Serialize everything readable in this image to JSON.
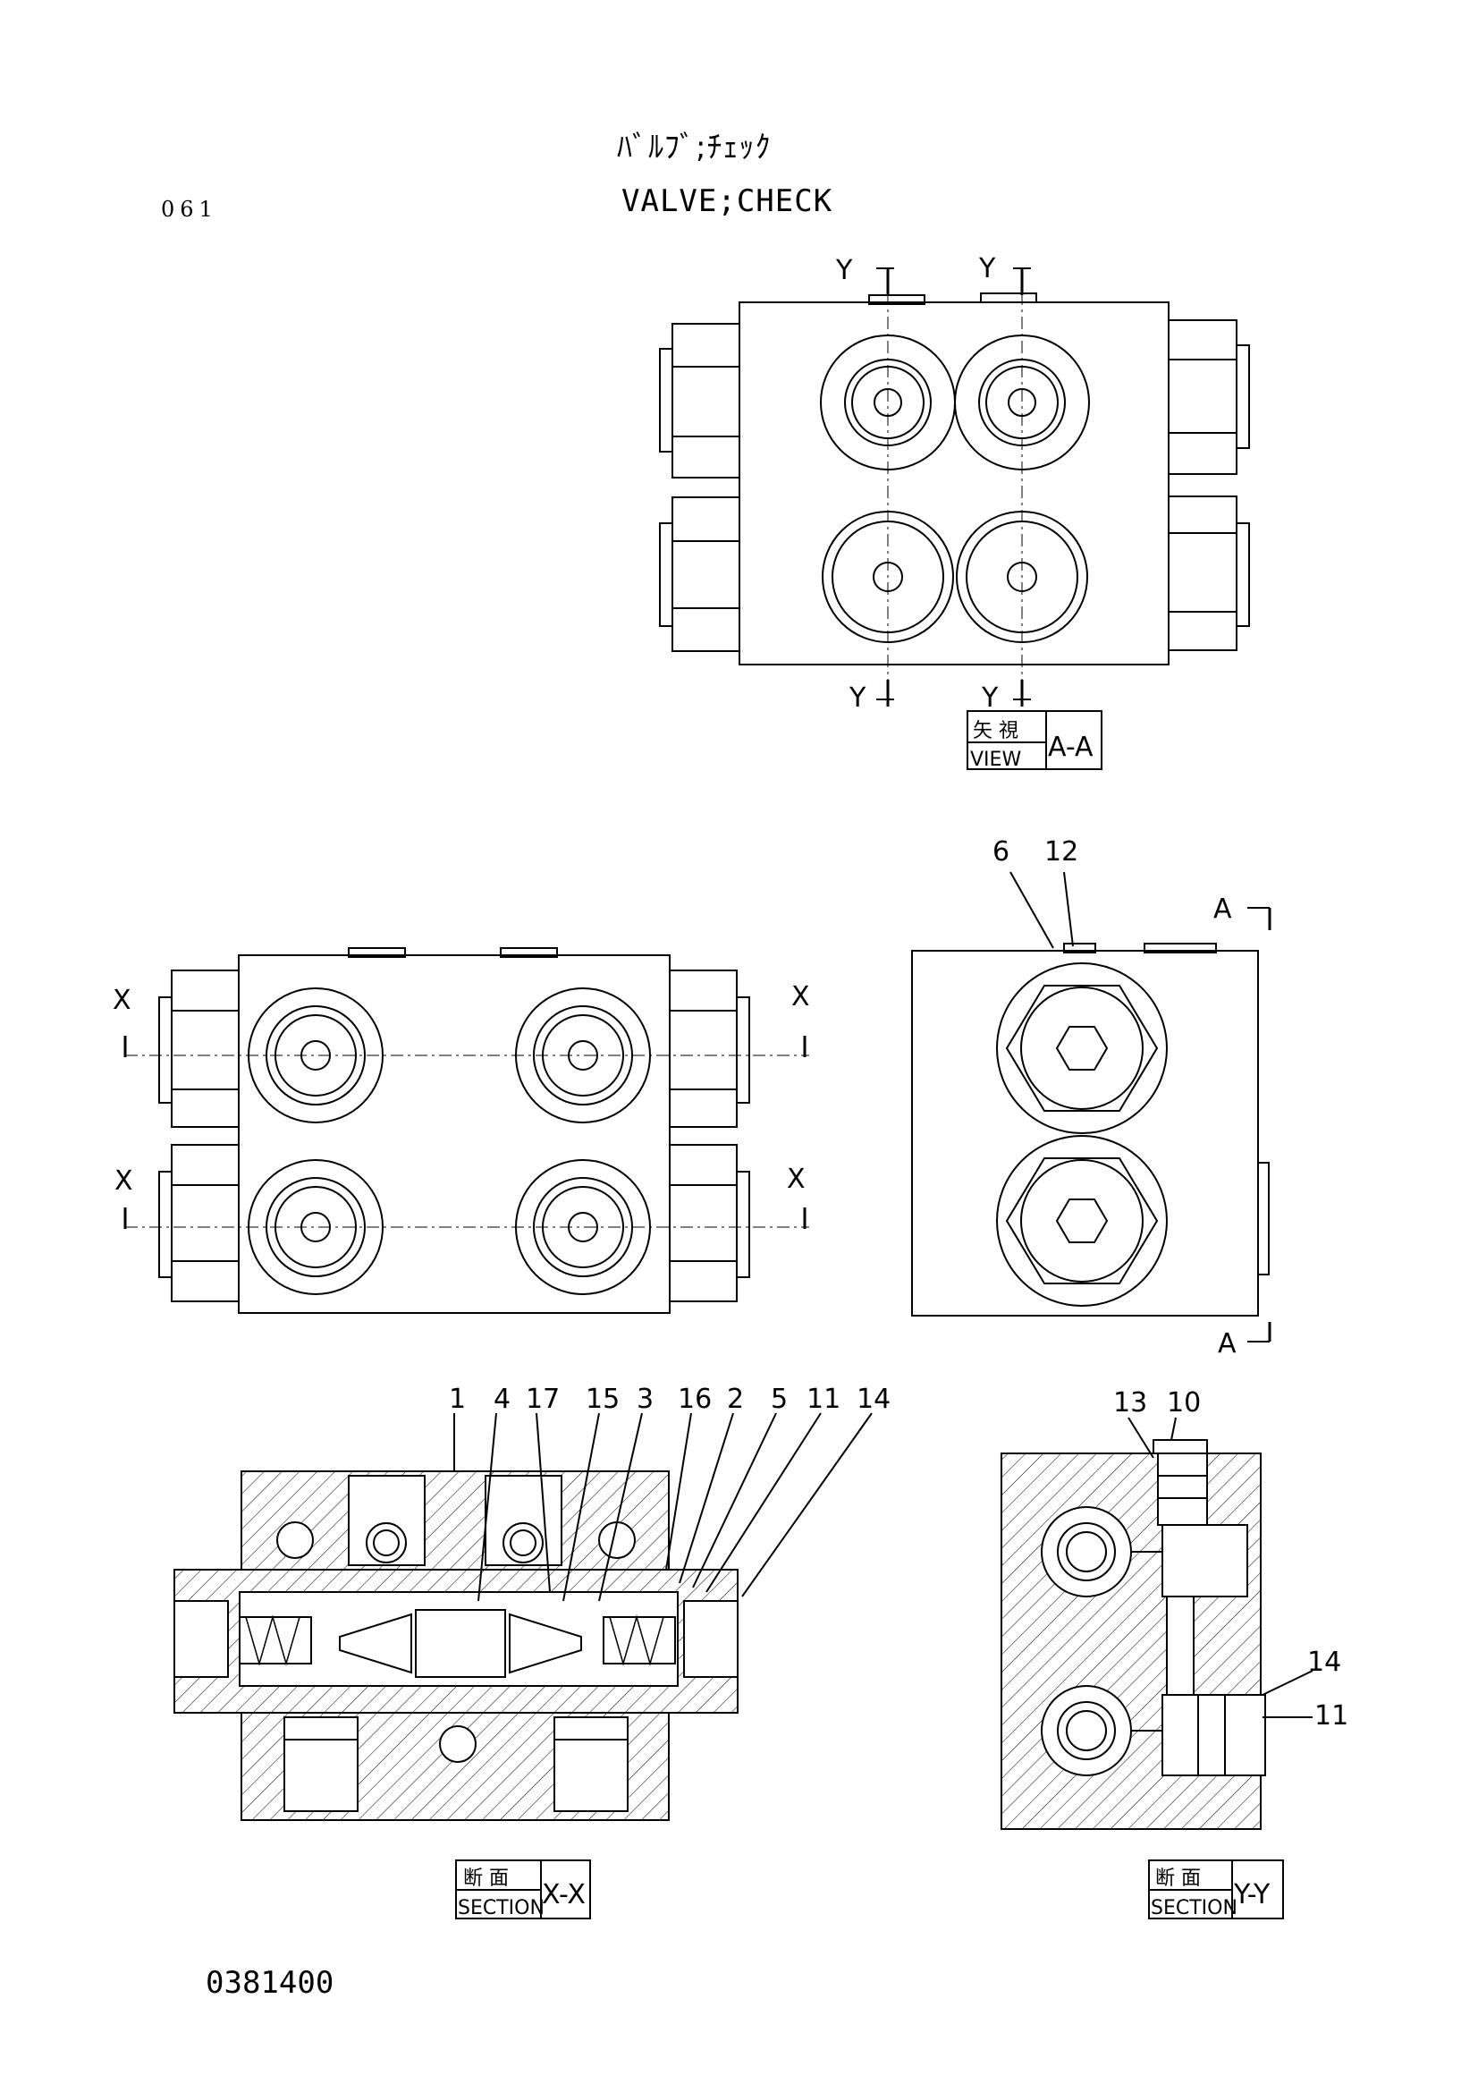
{
  "header": {
    "title_jp": "ﾊﾞﾙﾌﾞ;ﾁｪｯｸ",
    "title_en": "VALVE;CHECK",
    "page_number": "061"
  },
  "footer": {
    "document_number": "0381400"
  },
  "view_aa": {
    "caption_jp": "矢 視",
    "caption_en": "VIEW",
    "caption_suffix": "A-A",
    "section_mark": "Y"
  },
  "front_view": {
    "section_mark": "X"
  },
  "side_view": {
    "view_mark": "A",
    "part_labels": [
      "6",
      "12"
    ]
  },
  "section_xx": {
    "caption_jp": "断 面",
    "caption_en": "SECTION",
    "caption_suffix": "X-X",
    "part_labels": [
      "1",
      "4",
      "17",
      "15",
      "3",
      "16",
      "2",
      "5",
      "11",
      "14"
    ]
  },
  "section_yy": {
    "caption_jp": "断 面",
    "caption_en": "SECTION",
    "caption_suffix": "Y-Y",
    "part_labels": [
      "13",
      "10",
      "14",
      "11"
    ]
  }
}
